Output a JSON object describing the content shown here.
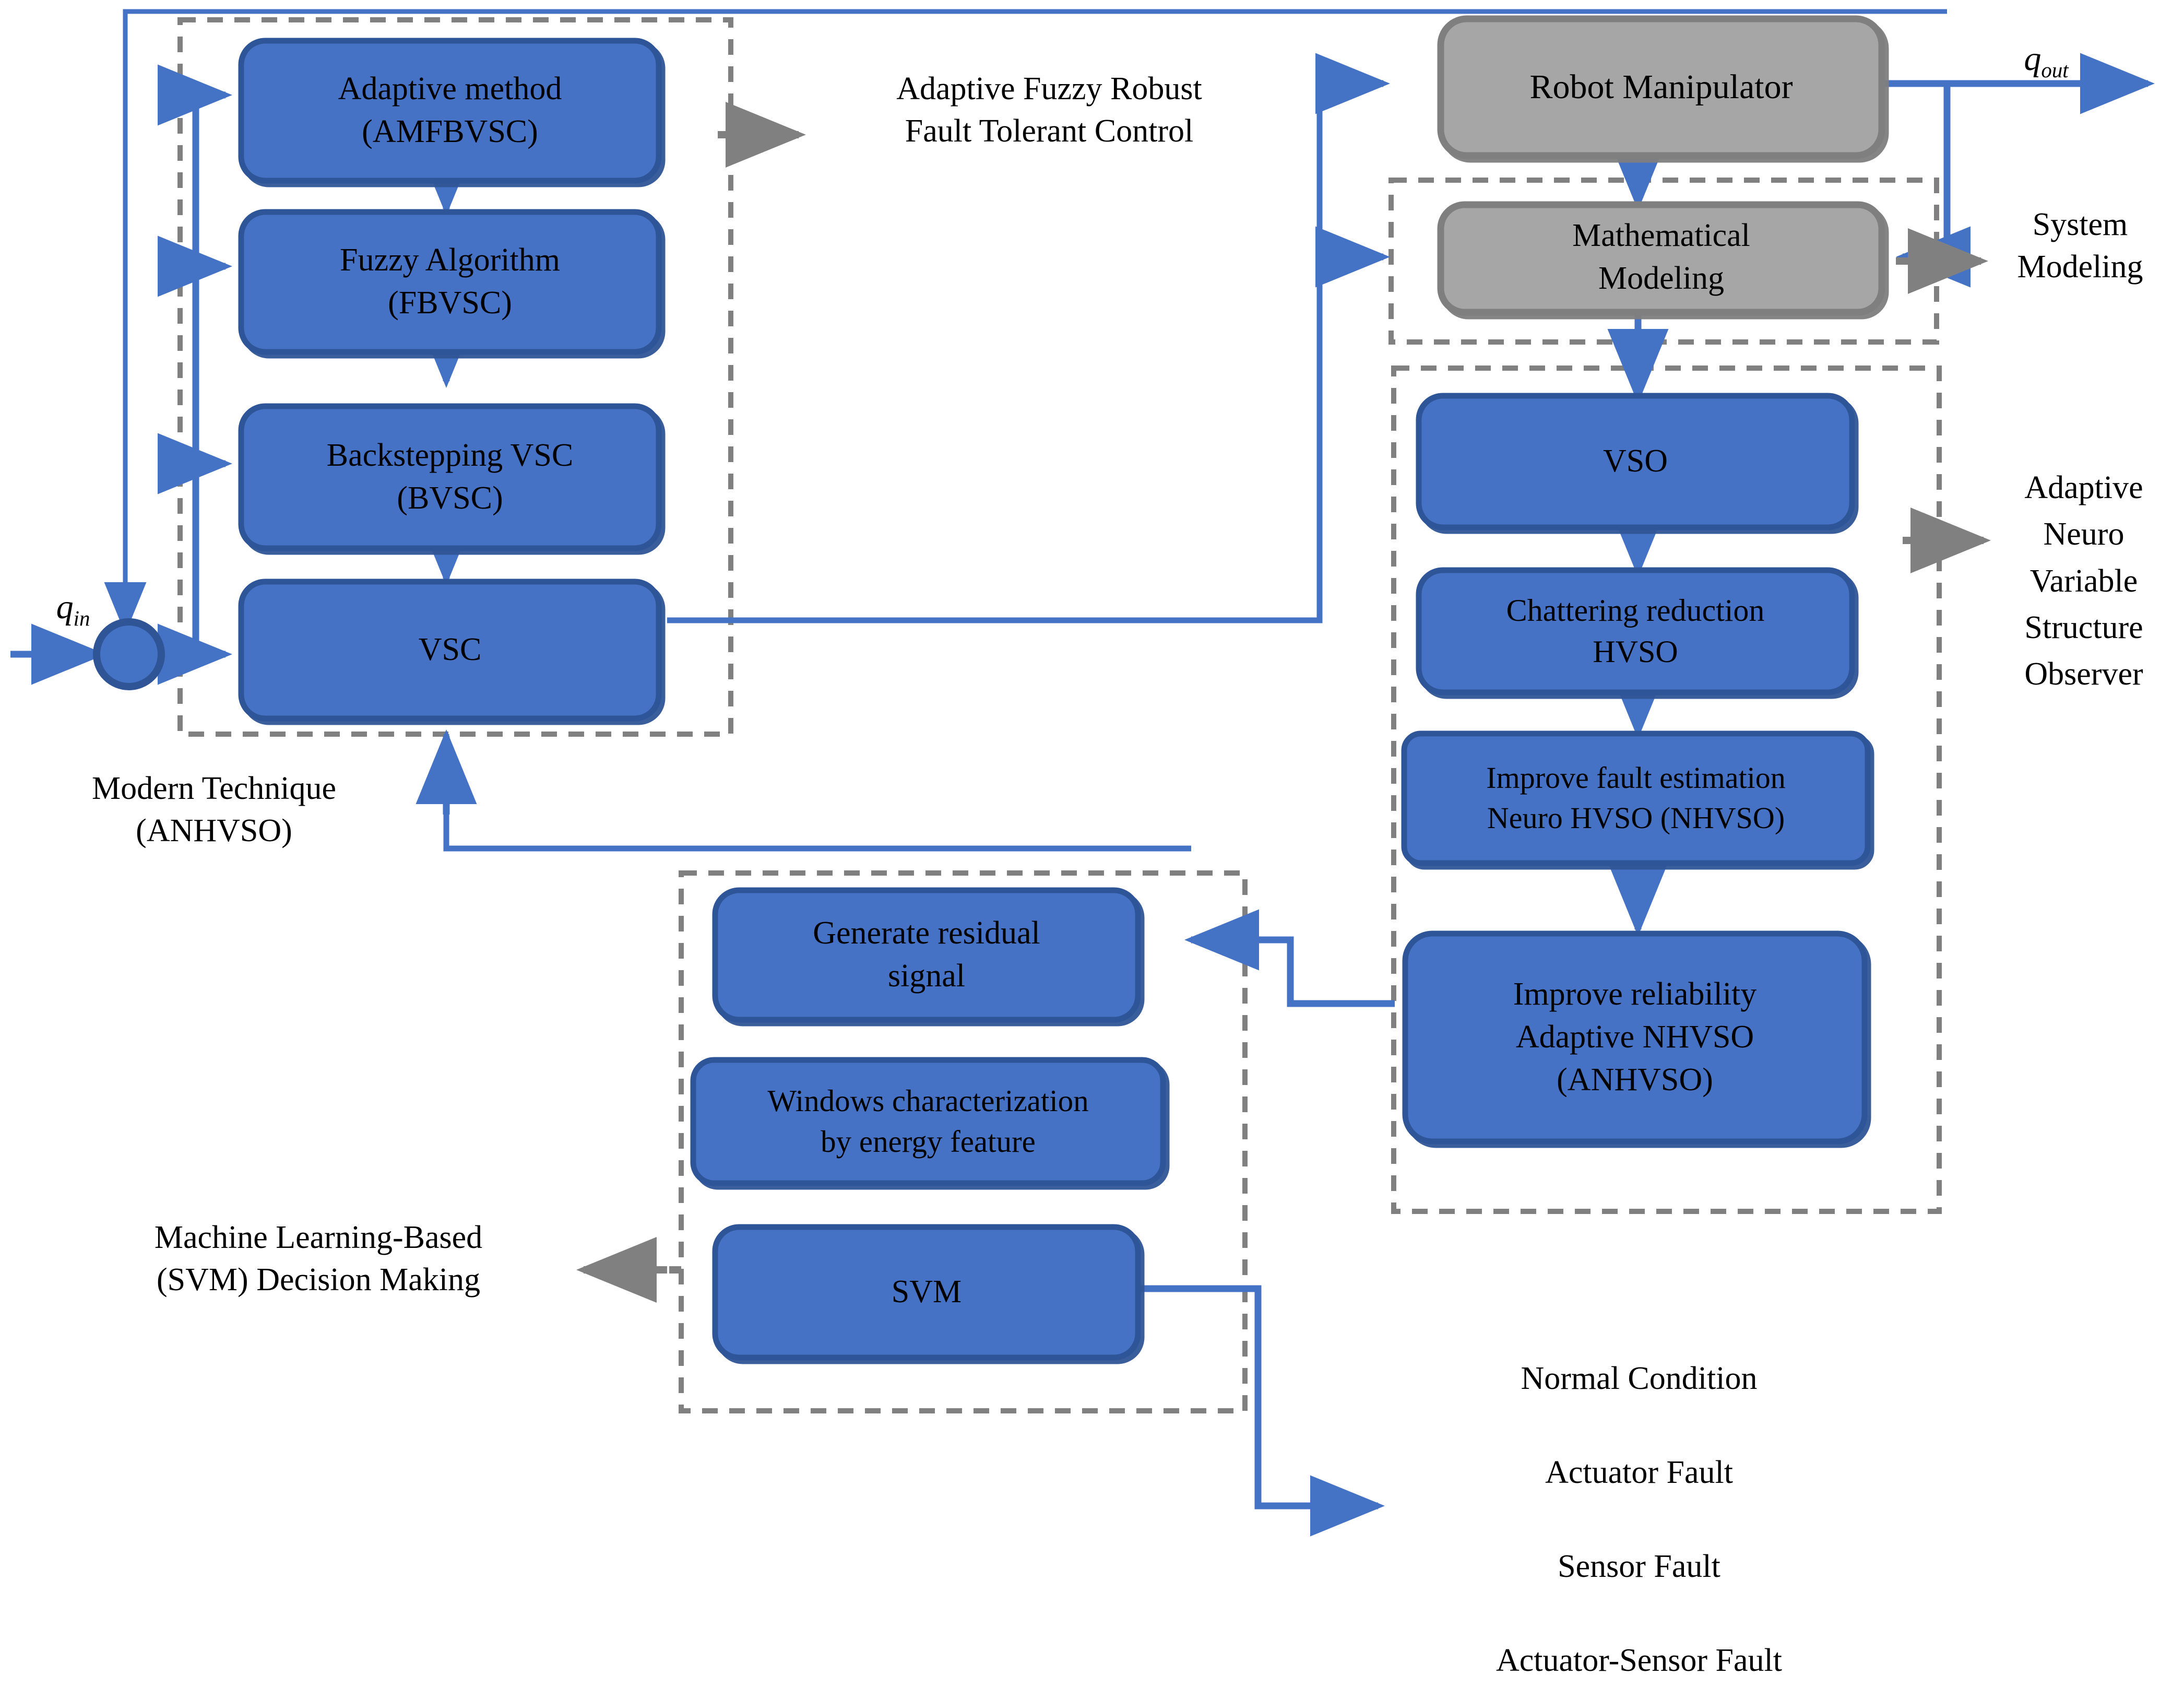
{
  "diagram": {
    "title": "Adaptive Fuzzy Robust Fault Tolerant Control with ANHVSO observer and SVM decision making block diagram",
    "colors": {
      "box_fill": "#4472C4",
      "box_stroke": "#2F5597",
      "gray_fill": "#A6A6A6",
      "gray_stroke": "#808080",
      "arrow_blue": "#4472C4",
      "arrow_gray": "#808080",
      "dashed_group": "#808080",
      "text": "#000000",
      "background": "#FFFFFF"
    },
    "controller_group": {
      "group_name": "Modern Technique controller group",
      "boxes": [
        {
          "id": "amfbvsc",
          "line1": "Adaptive method",
          "line2": "(AMFBVSC)"
        },
        {
          "id": "fbvsc",
          "line1": "Fuzzy Algorithm",
          "line2": "(FBVSC)"
        },
        {
          "id": "bvsc",
          "line1": "Backstepping VSC",
          "line2": "(BVSC)"
        },
        {
          "id": "vsc",
          "line1": "VSC",
          "line2": ""
        }
      ],
      "caption_line1": "Modern Technique",
      "caption_line2": "(ANHVSO)"
    },
    "plant_group": {
      "robot_box": "Robot Manipulator",
      "model_line1": "Mathematical",
      "model_line2": "Modeling",
      "caption_line1": "System",
      "caption_line2": "Modeling"
    },
    "observer_group": {
      "boxes": [
        {
          "id": "vso",
          "line1": "VSO",
          "line2": ""
        },
        {
          "id": "hvso",
          "line1": "Chattering reduction",
          "line2": "HVSO"
        },
        {
          "id": "nhvso",
          "line1": "Improve fault estimation",
          "line2": "Neuro HVSO (NHVSO)"
        },
        {
          "id": "anhvso",
          "line1": "Improve reliability",
          "line2": "Adaptive NHVSO",
          "line3": "(ANHVSO)"
        }
      ],
      "caption_lines": [
        "Adaptive",
        "Neuro",
        "Variable",
        "Structure",
        "Observer"
      ]
    },
    "svm_group": {
      "boxes": [
        {
          "id": "residual",
          "line1": "Generate residual",
          "line2": "signal"
        },
        {
          "id": "windows",
          "line1": "Windows characterization",
          "line2": "by energy feature"
        },
        {
          "id": "svm",
          "line1": "SVM",
          "line2": ""
        }
      ],
      "caption_line1": "Machine Learning-Based",
      "caption_line2": "(SVM) Decision Making"
    },
    "control_caption": {
      "line1": "Adaptive Fuzzy Robust",
      "line2": "Fault Tolerant Control"
    },
    "signals": {
      "input_label_base": "q",
      "input_label_sub": "in",
      "output_label_base": "q",
      "output_label_sub": "out"
    },
    "decision_outputs": [
      "Normal Condition",
      "Actuator Fault",
      "Sensor Fault",
      "Actuator-Sensor Fault"
    ]
  }
}
